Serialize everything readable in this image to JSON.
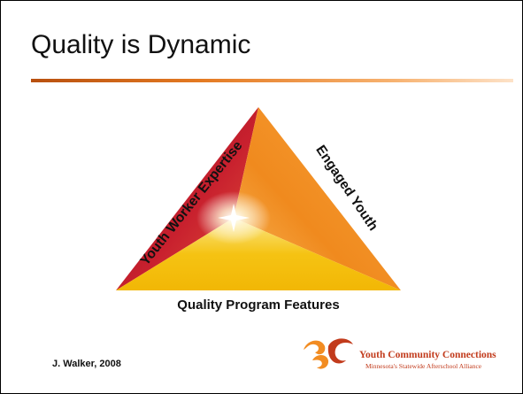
{
  "slide": {
    "title": "Quality is Dynamic",
    "credit": "J. Walker, 2008"
  },
  "diagram": {
    "left_label": "Youth Worker Expertise",
    "right_label": "Engaged Youth",
    "bottom_label": "Quality Program Features",
    "colors": {
      "left_face": "#c8202e",
      "right_face": "#f29422",
      "bottom_face": "#f5c313",
      "rule": "#e47a22"
    }
  },
  "logo": {
    "name": "Youth Community Connections",
    "tagline": "Minnesota's Statewide Afterschool Alliance",
    "colors": {
      "orange": "#f28c22",
      "red": "#c23b1c"
    }
  }
}
